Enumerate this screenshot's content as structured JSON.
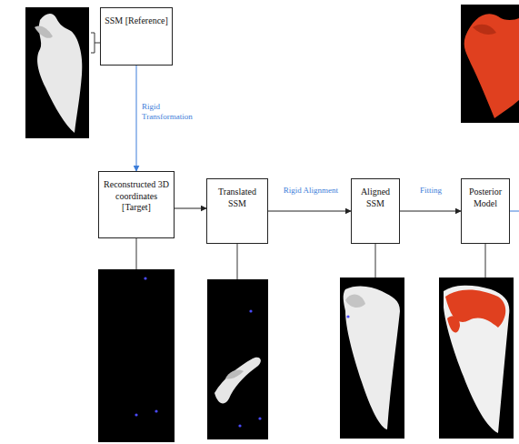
{
  "diagram": {
    "nodes": [
      {
        "text": [
          "SSM [Reference]"
        ]
      },
      {
        "text": [
          "Reconstructed 3D coordinates [Target]"
        ]
      },
      {
        "text": [
          "Translated SSM"
        ]
      },
      {
        "text": [
          "Aligned SSM"
        ]
      },
      {
        "text": [
          "Posterior Model"
        ]
      }
    ],
    "edges": [
      {
        "from": 0,
        "to": 1,
        "arrow": "to",
        "label": "Rigid Transformation"
      },
      {
        "from": 1,
        "to": 2,
        "arrow": "to"
      },
      {
        "from": 2,
        "to": 3,
        "arrow": "to",
        "label": "Rigid Alignment"
      },
      {
        "from": 3,
        "to": 4,
        "arrow": "to",
        "label": "Fitting"
      }
    ]
  }
}
